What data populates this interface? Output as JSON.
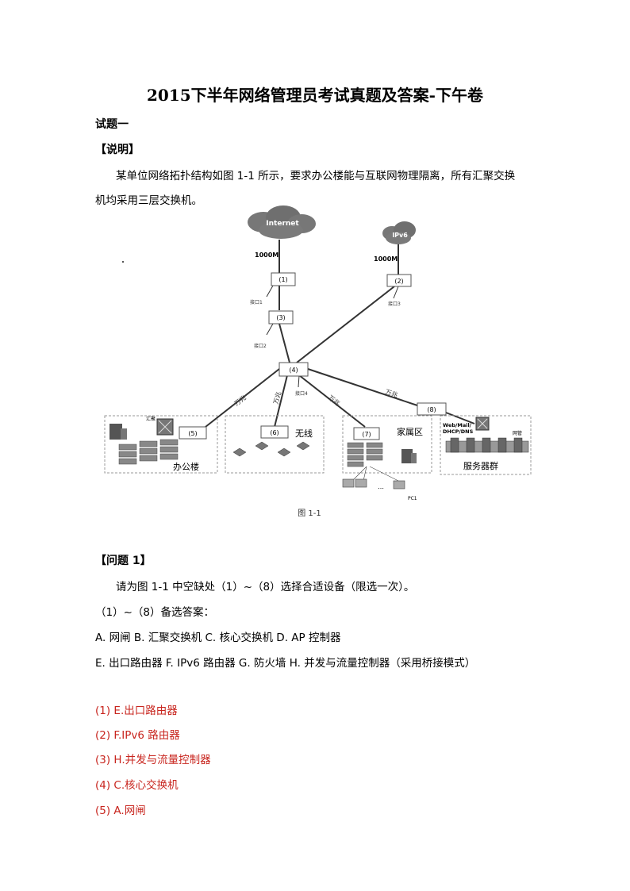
{
  "title": "2015下半年网络管理员考试真题及答案-下午卷",
  "section": "试题一",
  "description_heading": "【说明】",
  "description_lines": [
    "某单位网络拓扑结构如图 1-1 所示，要求办公楼能与互联网物理隔离，所有汇聚交换",
    "机均采用三层交换机。"
  ],
  "diagram": {
    "caption": "图 1-1",
    "clouds": {
      "internet": "Internet",
      "ipv6": "IPv6"
    },
    "bandwidth_left": "1000M",
    "bandwidth_right": "1000M",
    "boxes": {
      "b1": "(1)",
      "b2": "(2)",
      "b3": "(3)",
      "b4": "(4)",
      "b5": "(5)",
      "b6": "(6)",
      "b7": "(7)",
      "b8": "(8)"
    },
    "ports": {
      "p1": "接口1",
      "p2": "接口2",
      "p3": "接口3",
      "p4": "接口4"
    },
    "links": {
      "l1": "万兆",
      "l2": "万兆",
      "l3": "万兆",
      "l4": "万兆"
    },
    "zones": {
      "office": "办公楼",
      "wireless": "无线",
      "residential": "家属区",
      "servers": "服务器群"
    },
    "labels": {
      "aggregation": "汇聚",
      "web_mail": "Web/Mail/",
      "dhcp_dns": "DHCP/DNS",
      "gateway": "网管",
      "pc1": "PC1",
      "ellipsis": "…"
    }
  },
  "question1": {
    "heading": "【问题 1】",
    "prompt": "请为图 1-1 中空缺处（1）~（8）选择合适设备（限选一次）。",
    "options_heading": "（1）~（8）备选答案：",
    "options_line1": "A. 网闸 B. 汇聚交换机 C. 核心交换机 D. AP 控制器",
    "options_line2": "E. 出口路由器 F. IPv6 路由器 G. 防火墙 H. 并发与流量控制器（采用桥接模式）"
  },
  "answers": [
    "(1) E.出口路由器",
    "(2) F.IPv6 路由器",
    "(3) H.并发与流量控制器",
    "(4) C.核心交换机",
    "(5) A.网闸"
  ],
  "colors": {
    "answer_text": "#c8251e",
    "diagram_line": "#333333"
  }
}
